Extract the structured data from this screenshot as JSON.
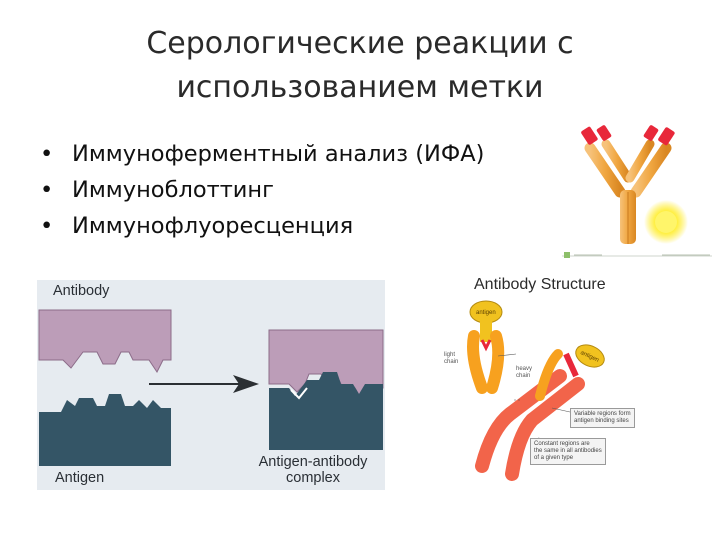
{
  "slide": {
    "title_line1": "Серологические реакции с",
    "title_line2": "использованием метки",
    "bullets": [
      "Иммуноферментный анализ (ИФА)",
      "Иммуноблоттинг",
      "Иммунофлуоресценция"
    ],
    "bullet_glyph": "•"
  },
  "diagram_binding": {
    "antibody_label": "Antibody",
    "antigen_label": "Antigen",
    "complex_label_line1": "Antigen-antibody",
    "complex_label_line2": "complex",
    "antibody_color": "#bc9db8",
    "antigen_color": "#345566",
    "background": "#e6ebf0"
  },
  "diagram_structure": {
    "title": "Antibody Structure",
    "antigen_label": "antigen",
    "light_chain_label_1": "light",
    "light_chain_label_2": "chain",
    "heavy_chain_label_1": "heavy",
    "heavy_chain_label_2": "chain",
    "note_variable_1": "Variable regions form",
    "note_variable_2": "antigen binding sites",
    "note_constant_1": "Constant regions are",
    "note_constant_2": "the same in all antibodies",
    "note_constant_3": "of a given type"
  },
  "colors": {
    "antibody_orange": "#f0a640",
    "antibody_tip_red": "#e8283a",
    "fluor_yellow": "#ffe600",
    "heavy_chain": "#f2644a",
    "light_chain": "#f7a11f",
    "antigen_yellow": "#f1c21f"
  }
}
